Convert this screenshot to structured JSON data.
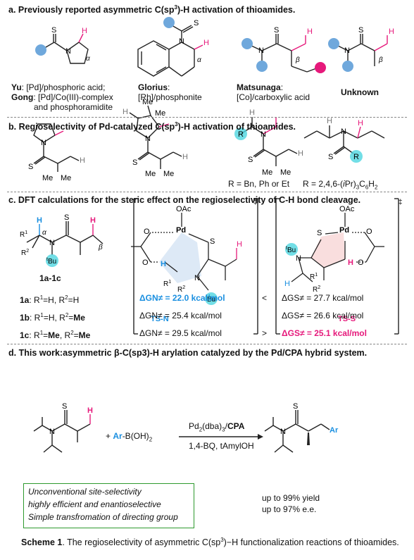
{
  "section_a": {
    "title": "a. Previously reported asymmetric C(sp3)-H activation of thioamides.",
    "yu_line1_bold": "Yu",
    "yu_line1_rest": ": [Pd]/phosphoric acid;",
    "gong_bold": "Gong",
    "gong_rest": ": [Pd]/Co(III)-complex",
    "gong_line2": "and phosphoramidite",
    "glorius_bold": "Glorius",
    "glorius_rest": ":",
    "glorius_line2": "[Rh]/phosphonite",
    "matsunaga_bold": "Matsunaga",
    "matsunaga_rest": ":",
    "matsunaga_line2": "[Co]/carboxylic acid",
    "unknown": "Unknown"
  },
  "section_b": {
    "title": "b. Regioselectivity of Pd-catalyzed C(sp3)-H activation of thioamides.",
    "r_label1": "R = Bn, Ph or Et",
    "r_label2": "R = 2,4,6-(iPr)3C6H2"
  },
  "section_c": {
    "title": "c. DFT calculations for the steric effect on the regioselectivity of C-H bond cleavage.",
    "compound_label": "1a-1c",
    "ts_n": "TS-N",
    "ts_s": "TS-S",
    "rows": [
      {
        "cmpd": "1a",
        "subst": ": R1=H, R2=H",
        "gn": "ΔGN≠ = 22.0 kcal/mol",
        "op": "<",
        "gs": "ΔGS≠ = 27.7 kcal/mol"
      },
      {
        "cmpd": "1b",
        "subst": ": R1=H, R2=Me",
        "gn": "ΔGN≠ = 25.4 kcal/mol",
        "op": "",
        "gs": "ΔGS≠ = 26.6 kcal/mol"
      },
      {
        "cmpd": "1c",
        "subst": ": R1=Me, R2=Me",
        "gn": "ΔGN≠ = 29.5 kcal/mol",
        "op": ">",
        "gs": "ΔGS≠ = 25.1 kcal/mol"
      }
    ]
  },
  "section_d": {
    "title": "d. This work:asymmetric β-C(sp3)-H arylation catalyzed by the Pd/CPA hybrid system.",
    "reagent": "+ Ar-B(OH)2",
    "cond_top": "Pd2(dba)3/CPA",
    "cond_bottom": "1,4-BQ, tAmylOH",
    "box_lines": [
      "Unconventional site-selectivity",
      "highly efficient and enantioselective",
      "Simple transfromation of directing group"
    ],
    "yield": "up to 99% yield",
    "ee": "up to 97% e.e."
  },
  "caption": {
    "bold": "Scheme 1",
    "text": ". The regioselectivity of asymmetric C(sp3)−H functionalization reactions of thioamides."
  },
  "colors": {
    "blue": "#1a8fe0",
    "pink": "#e6197b",
    "green": "#2e9a2e",
    "node_blue": "#6fa8dc",
    "node_pink": "#e6197b"
  }
}
